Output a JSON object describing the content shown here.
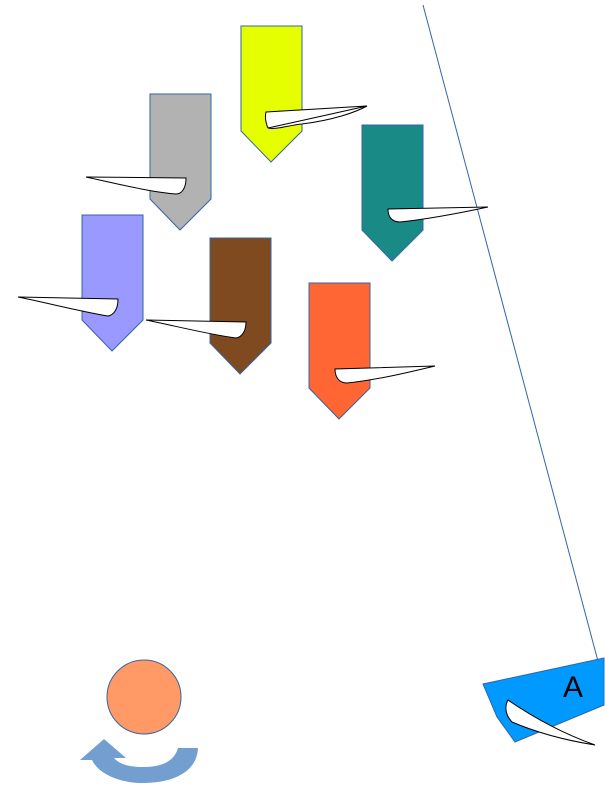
{
  "diagram": {
    "marks": [
      {
        "id": "yellow",
        "color": "#e6ff00"
      },
      {
        "id": "gray",
        "color": "#b2b2b2"
      },
      {
        "id": "teal",
        "color": "#1a8a87"
      },
      {
        "id": "lavender",
        "color": "#9999ff"
      },
      {
        "id": "brown",
        "color": "#7f4a1f"
      },
      {
        "id": "orange",
        "color": "#ff6633"
      }
    ],
    "mark_stroke": "#3465a4",
    "wedge_fill": "#ffffff",
    "wedge_stroke": "#000000",
    "line_color": "#3465a4",
    "boat": {
      "label": "A",
      "color": "#0099ff"
    },
    "symbol": {
      "circle_color": "#ff9966",
      "arrow_color": "#729fcf"
    }
  }
}
